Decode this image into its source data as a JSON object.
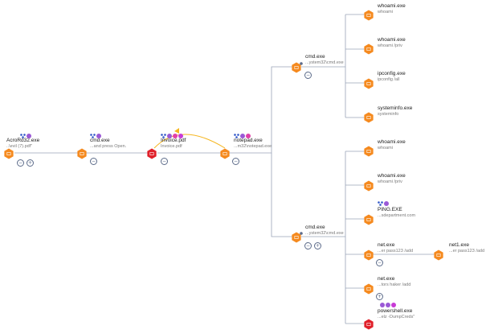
{
  "colors": {
    "orange": "#f58a1f",
    "red": "#e0202a",
    "edge": "#9aa4b8",
    "yellow_edge": "#f5b61f",
    "ctrl": "#5c6b8a",
    "badge_blue": "#2f55c8",
    "badge_purple": "#9b59d6",
    "badge_pink": "#e23fa8",
    "badge_magenta": "#c83ad6"
  },
  "nodes": [
    {
      "id": "acro",
      "name": "AcroRd32.exe",
      "sub": "..\\evil (7).pdf\"",
      "color": "orange",
      "icon": "process-hexagon-icon",
      "badges": [
        "triad",
        "purple"
      ],
      "controls": [
        "minus",
        "plus"
      ]
    },
    {
      "id": "cmd1",
      "name": "cmd.exe",
      "sub": "...and press Open.",
      "color": "orange",
      "icon": "process-hexagon-icon",
      "badges": [
        "triad",
        "purple"
      ],
      "controls": [
        "minus"
      ]
    },
    {
      "id": "invoice",
      "name": "Invoice.pdf",
      "sub": "Invoice.pdf",
      "color": "red",
      "icon": "alert-hexagon-icon",
      "badges": [
        "triad",
        "purple",
        "pink",
        "magenta"
      ],
      "controls": [
        "minus"
      ]
    },
    {
      "id": "notepad",
      "name": "notepad.exe",
      "sub": "...m32\\notepad.exe",
      "color": "orange",
      "icon": "process-hexagon-icon",
      "badges": [
        "triad",
        "purple",
        "pink"
      ],
      "controls": [
        "minus"
      ]
    },
    {
      "id": "cmd2",
      "name": "cmd.exe",
      "sub": "...ystem32\\cmd.exe",
      "color": "orange",
      "icon": "process-hexagon-icon",
      "badges": [],
      "controls": [
        "minus"
      ]
    },
    {
      "id": "cmd3",
      "name": "cmd.exe",
      "sub": "...ystem32\\cmd.exe",
      "color": "orange",
      "icon": "process-hexagon-icon",
      "badges": [],
      "controls": [
        "minus",
        "plus"
      ]
    },
    {
      "id": "w1",
      "name": "whoami.exe",
      "sub": "whoami",
      "color": "orange",
      "icon": "process-hexagon-icon",
      "badges": [],
      "controls": []
    },
    {
      "id": "w2",
      "name": "whoami.exe",
      "sub": "whoami /priv",
      "color": "orange",
      "icon": "process-hexagon-icon",
      "badges": [],
      "controls": []
    },
    {
      "id": "ipc",
      "name": "ipconfig.exe",
      "sub": "ipconfig /all",
      "color": "orange",
      "icon": "process-hexagon-icon",
      "badges": [],
      "controls": []
    },
    {
      "id": "sys",
      "name": "systeminfo.exe",
      "sub": "systeminfo",
      "color": "orange",
      "icon": "process-hexagon-icon",
      "badges": [],
      "controls": []
    },
    {
      "id": "w3",
      "name": "whoami.exe",
      "sub": "whoami",
      "color": "orange",
      "icon": "process-hexagon-icon",
      "badges": [],
      "controls": []
    },
    {
      "id": "w4",
      "name": "whoami.exe",
      "sub": "whoami /priv",
      "color": "orange",
      "icon": "process-hexagon-icon",
      "badges": [],
      "controls": []
    },
    {
      "id": "ping",
      "name": "PING.EXE",
      "sub": "...sdepartment.com",
      "color": "orange",
      "icon": "process-hexagon-icon",
      "badges": [
        "triad",
        "purple"
      ],
      "controls": []
    },
    {
      "id": "net1",
      "name": "net.exe",
      "sub": "...er pass123 /add",
      "color": "orange",
      "icon": "process-hexagon-icon",
      "badges": [],
      "controls": [
        "minus"
      ]
    },
    {
      "id": "net1b",
      "name": "net1.exe",
      "sub": "...er pass123 /add",
      "color": "orange",
      "icon": "process-hexagon-icon",
      "badges": [],
      "controls": []
    },
    {
      "id": "net2",
      "name": "net.exe",
      "sub": "...tors haker /add",
      "color": "orange",
      "icon": "process-hexagon-icon",
      "badges": [],
      "controls": [
        "plus"
      ]
    },
    {
      "id": "ps",
      "name": "powershell.exe",
      "sub": "...elz -DumpCreds\"",
      "color": "red",
      "icon": "alert-hexagon-icon",
      "badges": [
        "purple",
        "purple",
        "magenta"
      ],
      "controls": []
    }
  ]
}
